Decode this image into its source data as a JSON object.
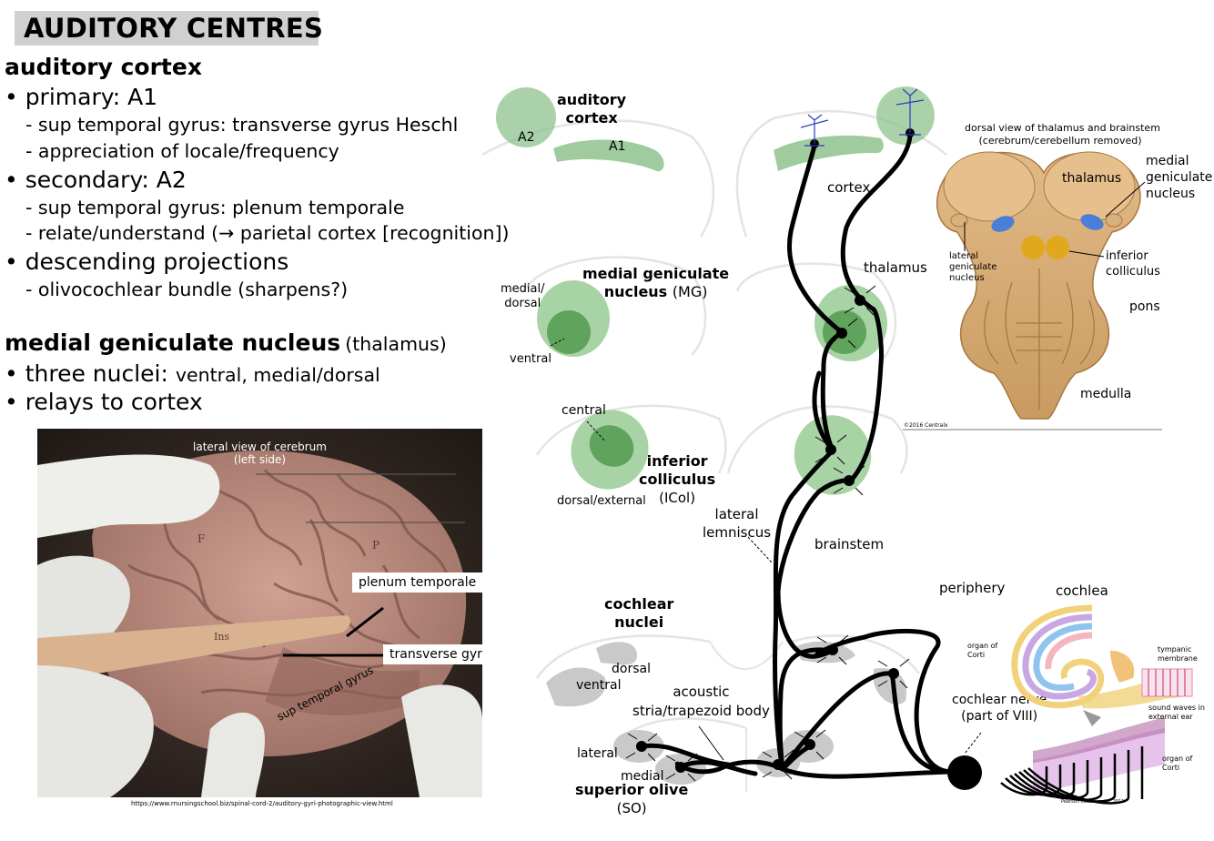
{
  "title": "AUDITORY CENTRES",
  "cortex_section": {
    "heading": "auditory cortex",
    "primary": "• primary: A1",
    "primary_1": "- sup temporal gyrus: transverse gyrus Heschl",
    "primary_2": "- appreciation of locale/frequency",
    "secondary": "• secondary: A2",
    "secondary_1": "- sup temporal gyrus: plenum temporale",
    "secondary_2": "- relate/understand (→ parietal cortex [recognition])",
    "descending": "• descending projections",
    "descending_1": "- olivocochlear bundle (sharpens?)"
  },
  "mg_section": {
    "heading": "medial geniculate nucleus",
    "heading_suffix": "(thalamus)",
    "bullet1_a": "• three nuclei: ",
    "bullet1_b": "ventral, medial/dorsal",
    "bullet2": "• relays to cortex"
  },
  "photo": {
    "caption_1": "lateral view of cerebrum",
    "caption_2": "(left side)",
    "label_plenum": "plenum temporale",
    "label_heschl": "transverse gyrus Heschl",
    "label_sup": "sup temporal gyrus",
    "lobe_f": "F",
    "lobe_p": "P",
    "lobe_ins": "Ins",
    "source": "https://www.rnursingschool.biz/spinal-cord-2/auditory-gyri-photographic-view.html"
  },
  "diagram": {
    "auditory_cortex_1": "auditory",
    "auditory_cortex_2": "cortex",
    "a2": "A2",
    "a1": "A1",
    "cortex": "cortex",
    "mg_1": "medial geniculate",
    "mg_2": "nucleus",
    "mg_2b": "(MG)",
    "medial_dorsal_1": "medial/",
    "medial_dorsal_2": "dorsal",
    "ventral_mg": "ventral",
    "thalamus": "thalamus",
    "central": "central",
    "ic_1": "inferior",
    "ic_2": "colliculus",
    "ic_3": "(ICol)",
    "dorsal_external": "dorsal/external",
    "lateral_lemniscus_1": "lateral",
    "lateral_lemniscus_2": "lemniscus",
    "brainstem": "brainstem",
    "cochlear_nuclei_1": "cochlear",
    "cochlear_nuclei_2": "nuclei",
    "dorsal": "dorsal",
    "ventral": "ventral",
    "acoustic_1": "acoustic",
    "acoustic_2": "stria/trapezoid body",
    "lateral": "lateral",
    "medial": "medial",
    "so_1": "superior olive",
    "so_2": "(SO)",
    "periphery": "periphery",
    "cochlea": "cochlea",
    "cochlear_nerve_1": "cochlear nerve",
    "cochlear_nerve_2": "(part of VIII)",
    "organ_corti": "organ of",
    "organ_corti_2": "Corti",
    "tympanic_1": "tympanic",
    "tympanic_2": "membrane",
    "sound_1": "sound waves in",
    "sound_2": "external ear",
    "organ_corti_b1": "organ of",
    "organ_corti_b2": "Corti",
    "pearson": "Pearson education inc 2011"
  },
  "dorsal_view": {
    "title_1": "dorsal view of thalamus and brainstem",
    "title_2": "(cerebrum/cerebellum removed)",
    "thalamus": "thalamus",
    "mg_1": "medial",
    "mg_2": "geniculate",
    "mg_3": "nucleus",
    "lgn_1": "lateral",
    "lgn_2": "geniculate",
    "lgn_3": "nucleus",
    "ic_1": "inferior",
    "ic_2": "colliculus",
    "pons": "pons",
    "medulla": "medulla",
    "credit": "©2016 Centralx"
  }
}
